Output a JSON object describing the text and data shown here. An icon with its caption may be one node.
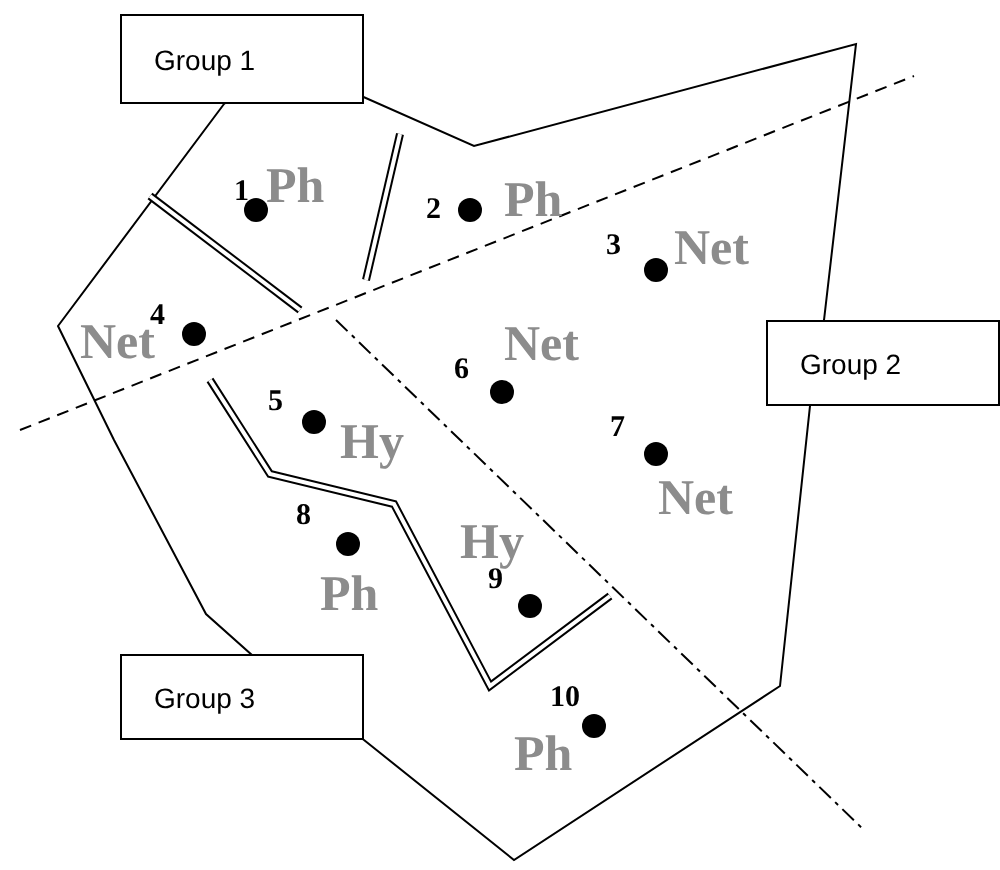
{
  "diagram": {
    "nodes": [
      {
        "text": [
          "Group 1"
        ]
      },
      {
        "text": [
          "Group 2"
        ]
      },
      {
        "text": [
          "Group 3"
        ]
      }
    ],
    "labels": [
      "1",
      "Ph",
      "2",
      "Ph",
      "3",
      "Net",
      "4",
      "Net",
      "5",
      "Hy",
      "6",
      "Net",
      "7",
      "Net",
      "8",
      "Ph",
      "9",
      "Hy",
      "10",
      "Ph"
    ]
  }
}
